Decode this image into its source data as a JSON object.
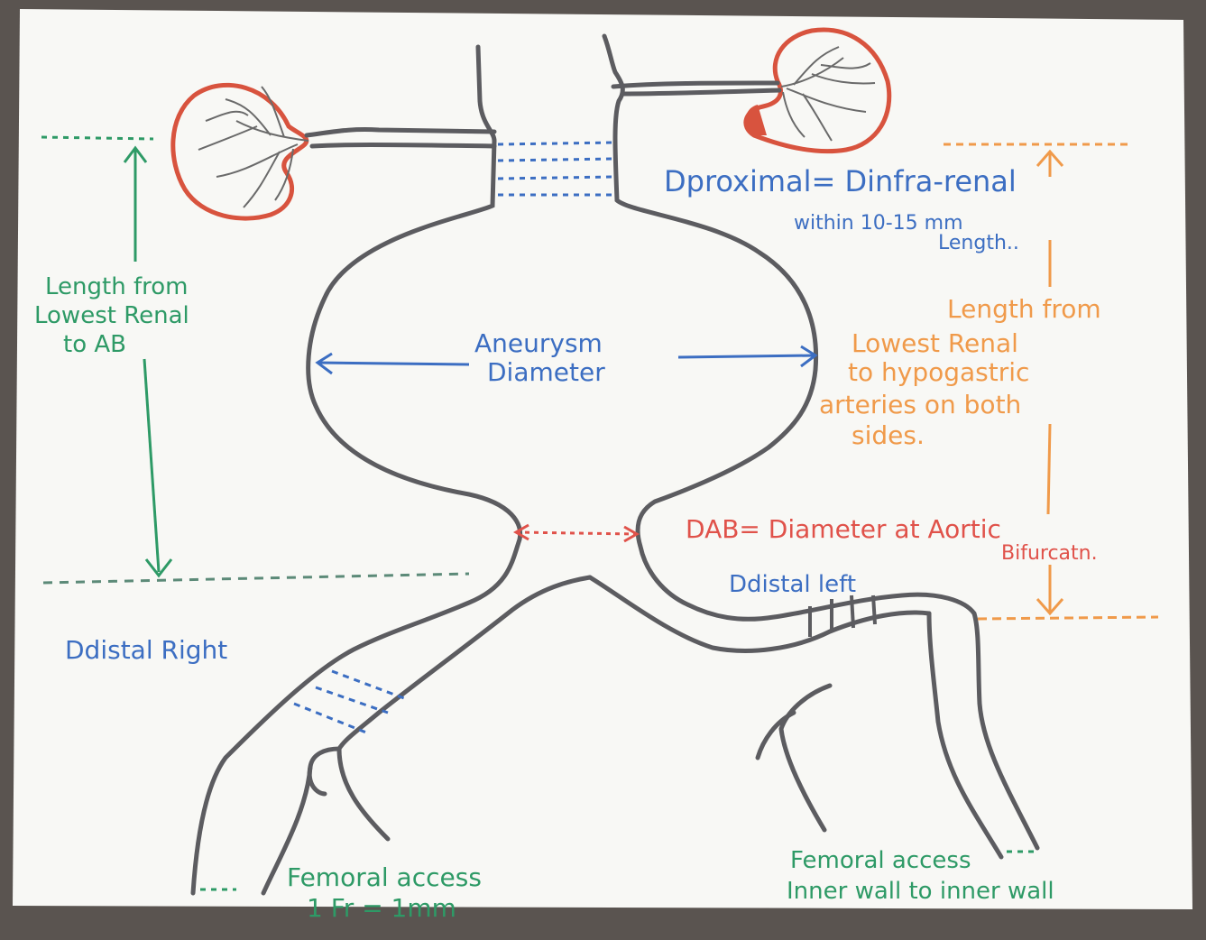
{
  "colors": {
    "vessel": "#5c5c60",
    "kidney": "#d8533e",
    "green": "#2e9a66",
    "blue": "#3c6ec2",
    "orange": "#f09a4a",
    "red": "#e0524a",
    "paper": "#f7f7f4",
    "frame": "#5a5450"
  },
  "labels": {
    "d_proximal": "Dproximal= Dinfra-renal",
    "within_mm": "within 10-15 mm",
    "length_word": "Length..",
    "green_line1": "Length from",
    "green_line2": "Lowest Renal",
    "green_line3": "to AB",
    "aneurysm_line1": "Aneurysm",
    "aneurysm_line2": "Diameter",
    "orange_line1": "Length from",
    "orange_line2": "Lowest Renal",
    "orange_line3": "to hypogastric",
    "orange_line4": "arteries on both",
    "orange_line5": "sides.",
    "dab_label": "DAB= Diameter at Aortic",
    "dab_label2": "Bifurcatn.",
    "distal_left": "Ddistal left",
    "distal_right": "Ddistal Right",
    "femoral_right1": "Femoral access",
    "femoral_right2": "1 Fr = 1mm",
    "femoral_left1": "Femoral access",
    "femoral_left2": "Inner wall to inner wall"
  }
}
